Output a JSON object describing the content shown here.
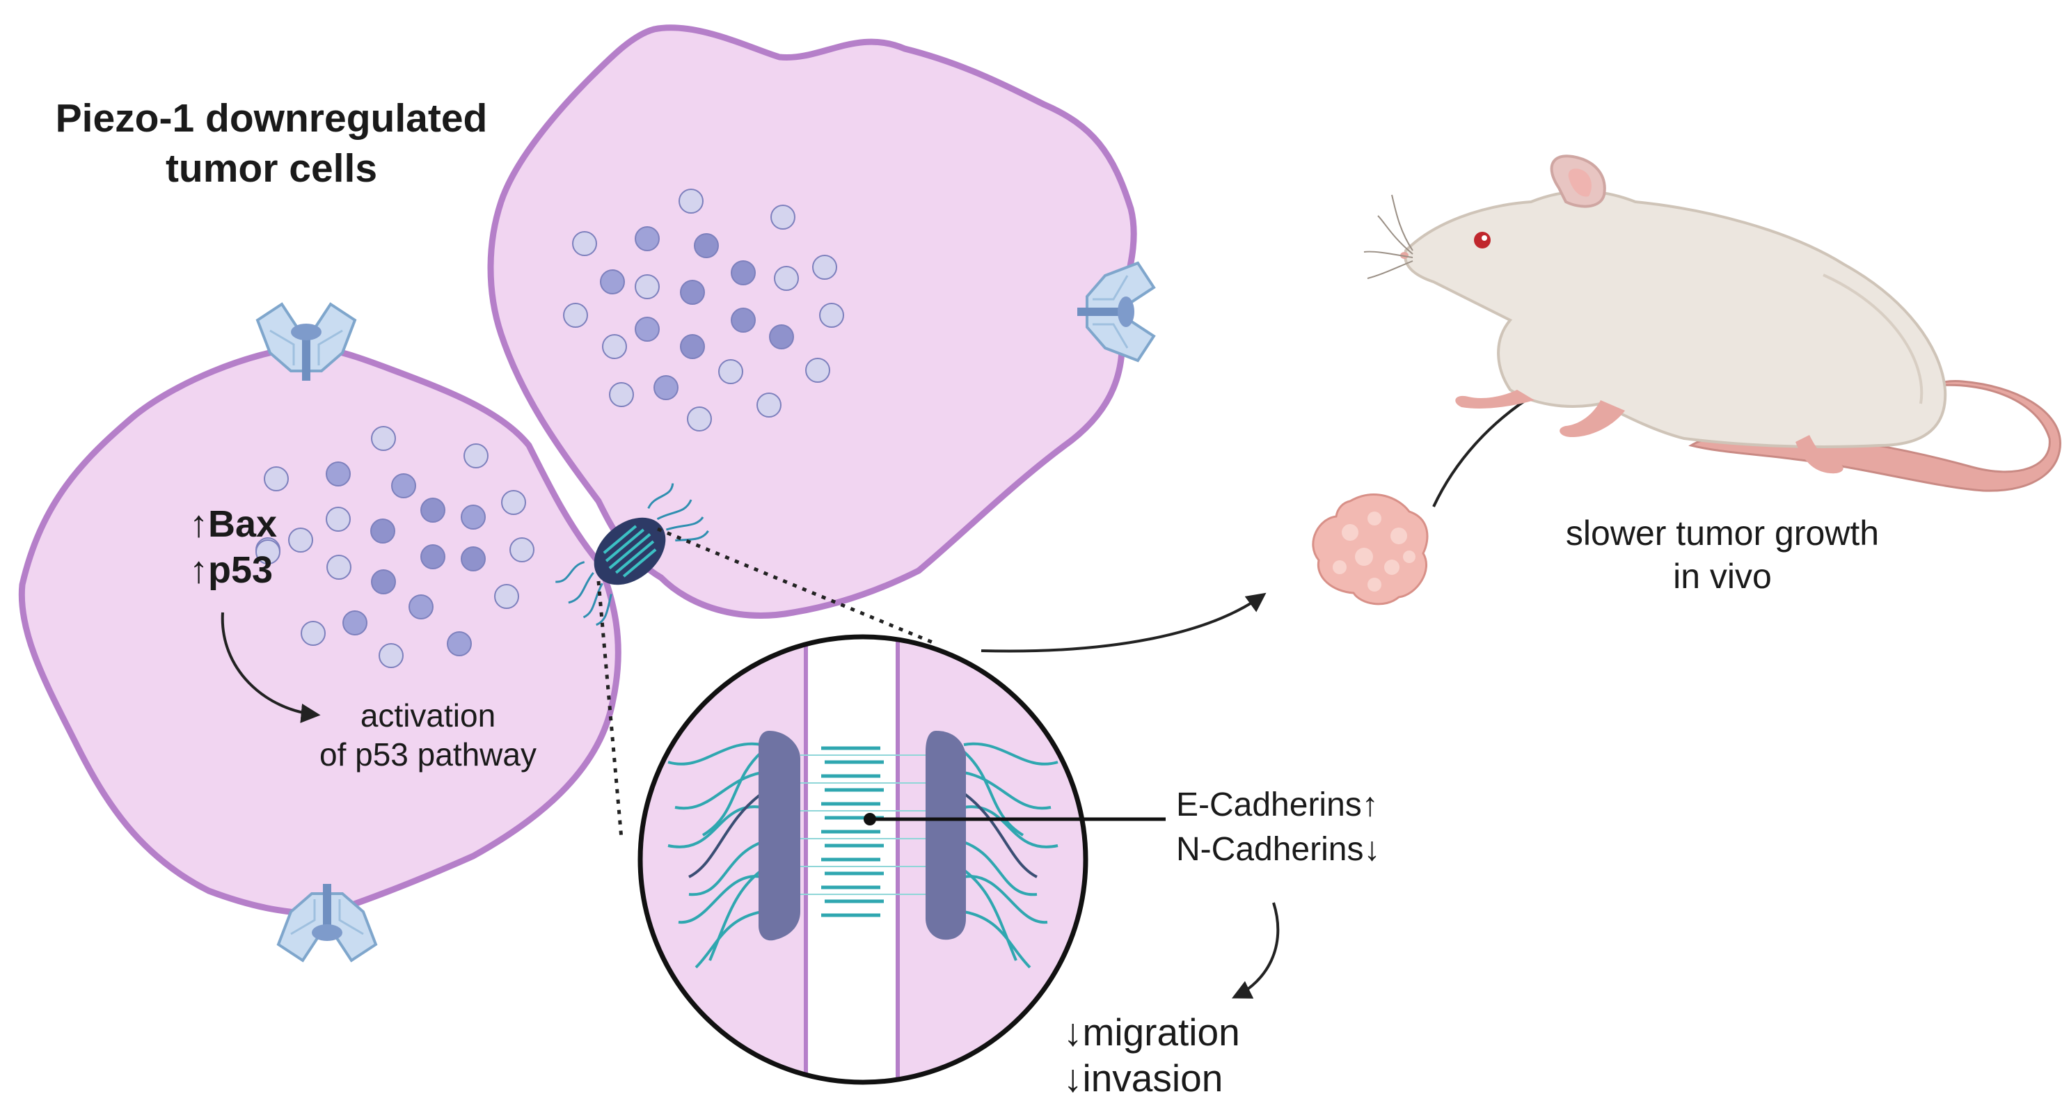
{
  "title": {
    "line1": "Piezo-1 downregulated",
    "line2": "tumor cells"
  },
  "cell_markers": {
    "bax": "↑Bax",
    "p53": "↑p53"
  },
  "pathway": {
    "line1": "activation",
    "line2": "of p53 pathway"
  },
  "cadherins": {
    "e": "E-Cadherins↑",
    "n": "N-Cadherins↓"
  },
  "effects": {
    "migration": "↓migration",
    "invasion": "↓invasion"
  },
  "in_vivo": {
    "line1": "slower tumor growth",
    "line2": "in vivo"
  },
  "colors": {
    "cell_fill": "#f1d5f1",
    "cell_stroke": "#b57fc9",
    "vesicle": "#9fa2d8",
    "cadherin": "#2fa7b0",
    "junction_plaque": "#6f73a3",
    "mouse_body": "#ece6df",
    "mouse_tail": "#e6a7a1",
    "tumor": "#f2b9b2",
    "piezo_channel": "#c9dcf1"
  },
  "icons": [
    "piezo-channel-icon",
    "adherens-junction-icon",
    "mouse-icon",
    "tumor-icon"
  ]
}
